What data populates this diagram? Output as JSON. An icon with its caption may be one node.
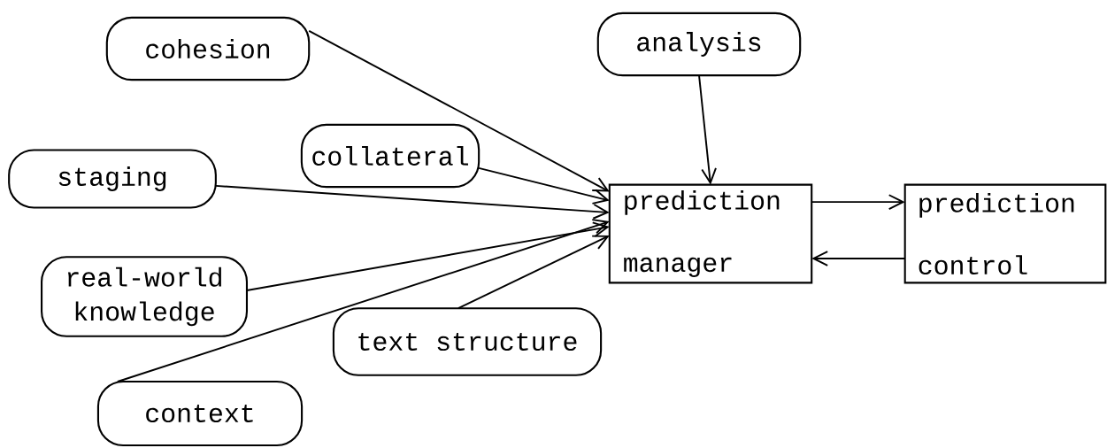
{
  "diagram": {
    "nodes": [
      {
        "text": [
          "cohesion"
        ]
      },
      {
        "text": [
          "analysis"
        ]
      },
      {
        "text": [
          "collateral"
        ]
      },
      {
        "text": [
          "staging"
        ]
      },
      {
        "text": [
          "prediction manager"
        ]
      },
      {
        "text": [
          "prediction control"
        ]
      },
      {
        "text": [
          "real-world knowledge"
        ]
      },
      {
        "text": [
          "text structure"
        ]
      },
      {
        "text": [
          "context"
        ]
      }
    ],
    "edges": [
      {
        "from": 0,
        "to": 4,
        "arrow": "to"
      },
      {
        "from": 1,
        "to": 4,
        "arrow": "to"
      },
      {
        "from": 2,
        "to": 4,
        "arrow": "to"
      },
      {
        "from": 3,
        "to": 4,
        "arrow": "to"
      },
      {
        "from": 4,
        "to": 5,
        "arrow": "to"
      },
      {
        "from": 5,
        "to": 4,
        "arrow": "to"
      },
      {
        "from": 6,
        "to": 4,
        "arrow": "to"
      },
      {
        "from": 7,
        "to": 4,
        "arrow": "to"
      },
      {
        "from": 8,
        "to": 4,
        "arrow": "to"
      }
    ]
  }
}
